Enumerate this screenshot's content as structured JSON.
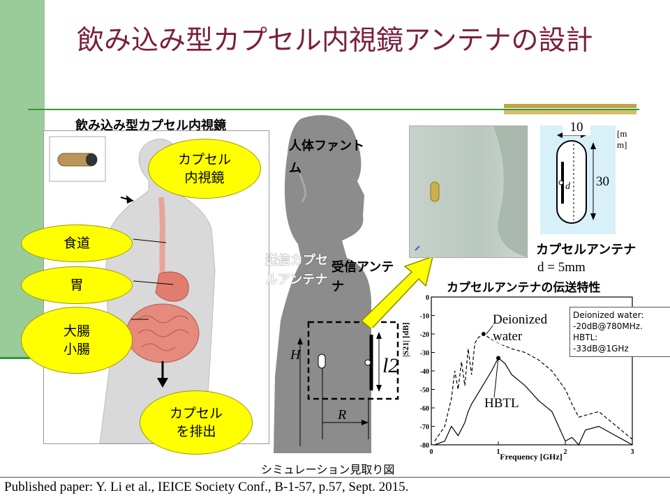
{
  "title": "飲み込み型カプセル内視鏡アンテナの設計",
  "capsule_section": {
    "heading": "飲み込み型カプセル内視鏡",
    "callouts": {
      "capsule_endoscope": "カプセル内視鏡",
      "esophagus": "食道",
      "stomach": "胃",
      "intestines": "大腸小腸",
      "capsule_excreted": "カプセルを排出"
    }
  },
  "phantom_section": {
    "phantom_label": "人体ファントム",
    "tx_label": "送信カプセルアンテナ",
    "rx_label": "受信アンテナ",
    "sim_caption": "シミュレーション見取り図",
    "dim_H": "H",
    "dim_R": "R",
    "dim_l2": "l2"
  },
  "antenna_section": {
    "unit": "[mm]",
    "width": "10",
    "length": "30",
    "gap_label": "d",
    "title": "カプセルアンテナ",
    "d_value": "d = 5mm"
  },
  "chart_section": {
    "title": "カプセルアンテナの伝送特性",
    "annotation_box": [
      "Deionized water:",
      "-20dB@780MHz.",
      "HBTL:",
      "-33dB@1GHz"
    ],
    "label_deionized": "Deionized water",
    "label_hbtl": "HBTL"
  },
  "chart_data": {
    "type": "line",
    "xlabel": "Frequency [GHz]",
    "ylabel": "|S21| [dB]",
    "xlim": [
      0,
      3
    ],
    "ylim": [
      -80,
      0
    ],
    "xticks": [
      "0",
      "1",
      "2",
      "3"
    ],
    "yticks": [
      "0",
      "-10",
      "-20",
      "-30",
      "-40",
      "-50",
      "-60",
      "-70",
      "-80"
    ],
    "series": [
      {
        "name": "Deionized water",
        "style": "dashed",
        "x": [
          0.05,
          0.2,
          0.3,
          0.35,
          0.4,
          0.45,
          0.5,
          0.55,
          0.6,
          0.65,
          0.7,
          0.78,
          0.9,
          1.0,
          1.2,
          1.4,
          1.6,
          1.8,
          2.0,
          2.1,
          2.2,
          2.3,
          2.5,
          2.7,
          2.9,
          3.0
        ],
        "y": [
          -78,
          -70,
          -55,
          -40,
          -50,
          -35,
          -48,
          -28,
          -42,
          -25,
          -22,
          -20,
          -23,
          -25,
          -28,
          -30,
          -34,
          -40,
          -50,
          -58,
          -65,
          -64,
          -62,
          -68,
          -74,
          -77
        ]
      },
      {
        "name": "HBTL",
        "style": "solid",
        "x": [
          0.05,
          0.2,
          0.3,
          0.4,
          0.5,
          0.55,
          0.6,
          0.7,
          0.8,
          0.9,
          1.0,
          1.1,
          1.2,
          1.4,
          1.6,
          1.8,
          1.9,
          2.0,
          2.1,
          2.2,
          2.3,
          2.5,
          2.7,
          2.9,
          3.0
        ],
        "y": [
          -80,
          -78,
          -70,
          -75,
          -68,
          -62,
          -58,
          -52,
          -46,
          -40,
          -33,
          -36,
          -42,
          -48,
          -56,
          -62,
          -70,
          -78,
          -76,
          -80,
          -72,
          -70,
          -74,
          -78,
          -80
        ]
      }
    ],
    "markers": [
      {
        "series": "Deionized water",
        "x": 0.78,
        "y": -20
      },
      {
        "series": "HBTL",
        "x": 1.0,
        "y": -33
      }
    ]
  },
  "citation": "Published paper: Y. Li et al., IEICE Society Conf., B-1-57, p.57, Sept. 2015."
}
